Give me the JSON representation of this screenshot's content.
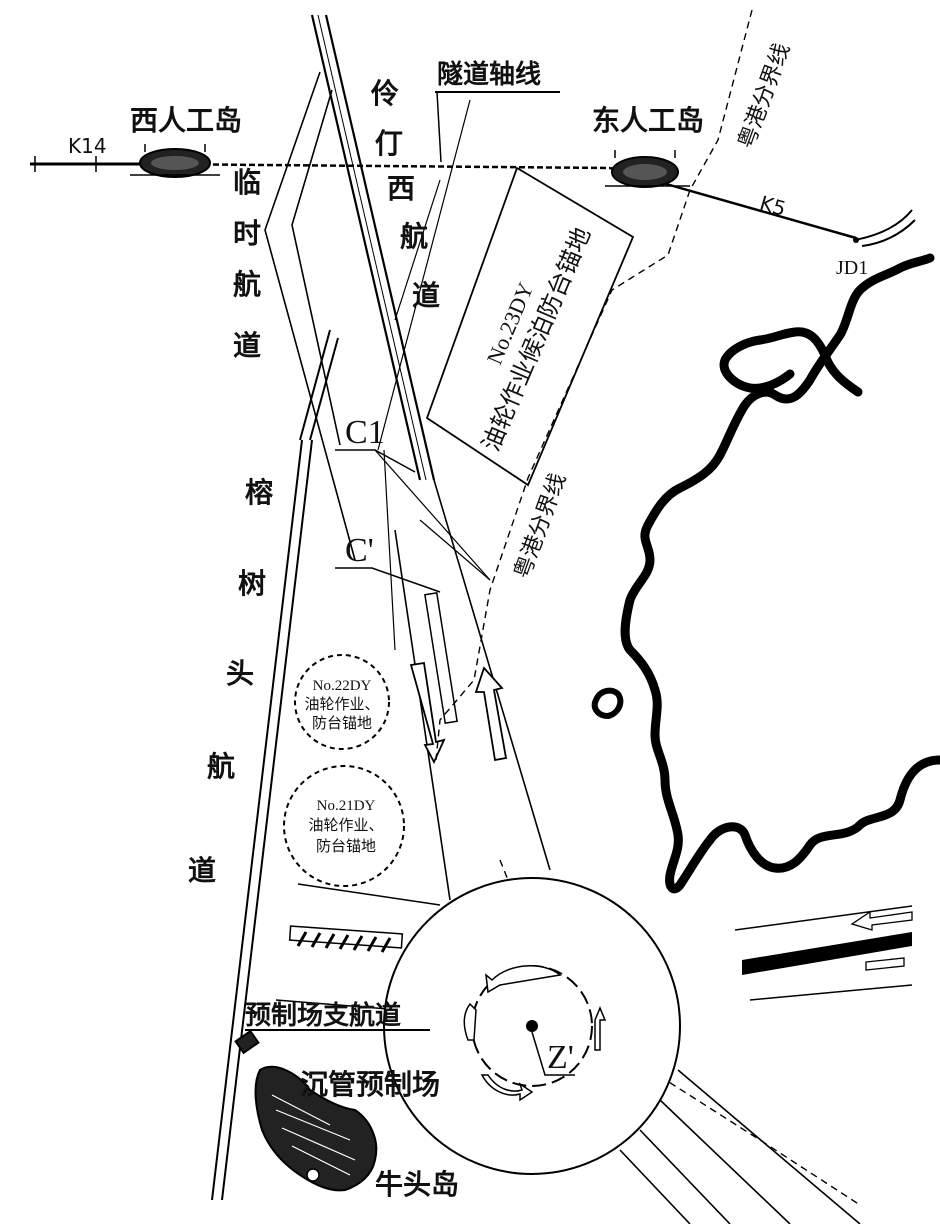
{
  "labels": {
    "west_island": "西人工岛",
    "east_island": "东人工岛",
    "tunnel_axis": "隧道轴线",
    "km_west": "K14",
    "km_east": "K5",
    "jd1": "JD1",
    "lingding_west": [
      "伶",
      "仃",
      "西",
      "航",
      "道"
    ],
    "temporary": [
      "临",
      "时",
      "航",
      "道"
    ],
    "rongshutou": [
      "榕",
      "树",
      "头",
      "航",
      "道"
    ],
    "boundary_top": "粤港分界线",
    "boundary_mid": "粤港分界线",
    "anchorage_23_line1": "No.23DY",
    "anchorage_23_line2": "油轮作业候泊防台锚地",
    "anchorage_22": [
      "No.22DY",
      "油轮作业、",
      "防台锚地"
    ],
    "anchorage_21": [
      "No.21DY",
      "油轮作业、",
      "防台锚地"
    ],
    "c1": "C1",
    "c_prime": "C'",
    "z_prime": "Z'",
    "precast_branch": "预制场支航道",
    "precast_yard": "沉管预制场",
    "niutou_island": "牛头岛"
  }
}
